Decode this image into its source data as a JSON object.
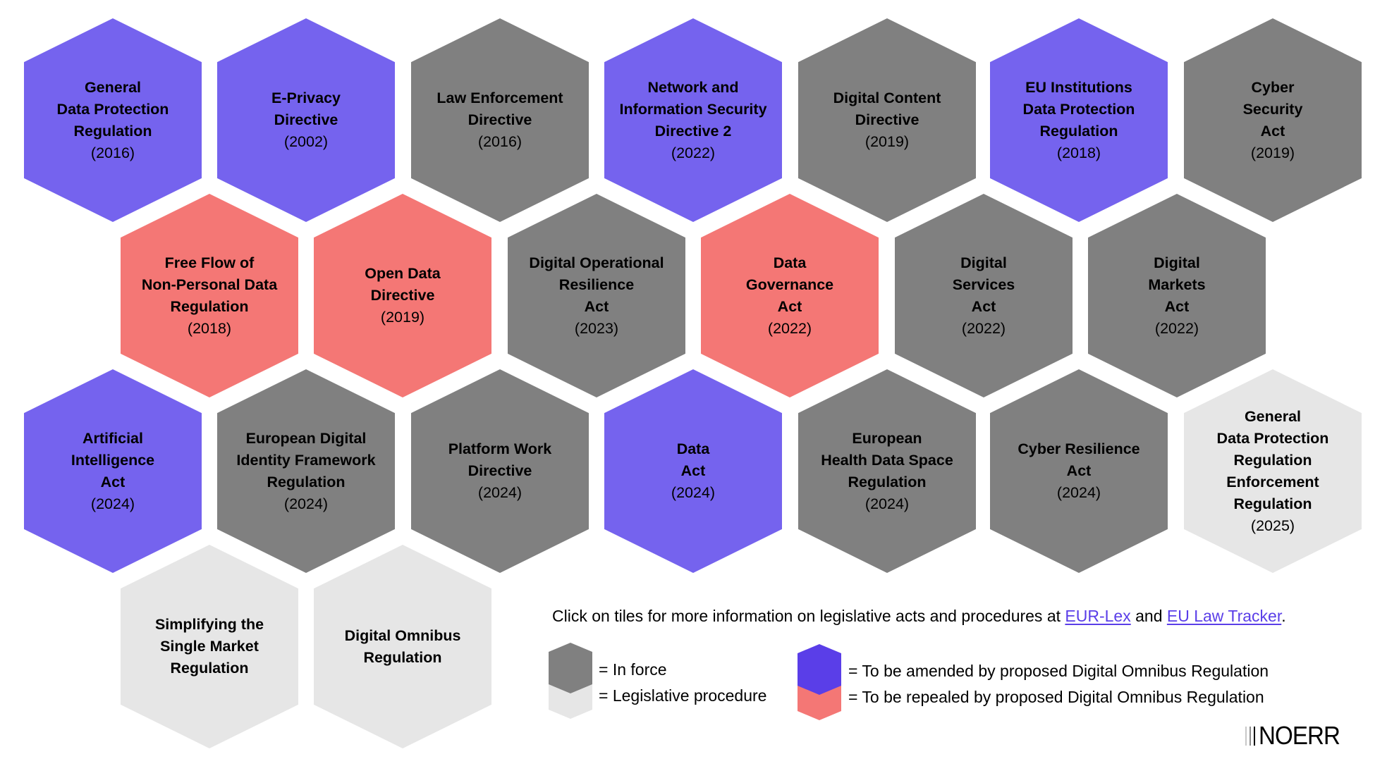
{
  "colors": {
    "amended": "#7563ee",
    "in_force": "#808080",
    "repealed": "#f47775",
    "procedure": "#e6e6e6",
    "legend_amended": "#5a3ee8",
    "link": "#5a3ee8"
  },
  "tiles": [
    {
      "title": "General\nData Protection\nRegulation",
      "year": "(2016)",
      "status": "amended"
    },
    {
      "title": "E-Privacy\nDirective",
      "year": "(2002)",
      "status": "amended"
    },
    {
      "title": "Law Enforcement\nDirective",
      "year": "(2016)",
      "status": "inforce"
    },
    {
      "title": "Network and\nInformation Security\nDirective 2",
      "year": "(2022)",
      "status": "amended"
    },
    {
      "title": "Digital Content\nDirective",
      "year": "(2019)",
      "status": "inforce"
    },
    {
      "title": "EU Institutions\nData Protection\nRegulation",
      "year": "(2018)",
      "status": "amended"
    },
    {
      "title": "Cyber\nSecurity\nAct",
      "year": "(2019)",
      "status": "inforce"
    },
    {
      "title": "Free Flow of\nNon-Personal Data\nRegulation",
      "year": "(2018)",
      "status": "repealed"
    },
    {
      "title": "Open Data\nDirective",
      "year": "(2019)",
      "status": "repealed"
    },
    {
      "title": "Digital Operational\nResilience\nAct",
      "year": "(2023)",
      "status": "inforce"
    },
    {
      "title": "Data\nGovernance\nAct",
      "year": "(2022)",
      "status": "repealed"
    },
    {
      "title": "Digital\nServices\nAct",
      "year": "(2022)",
      "status": "inforce"
    },
    {
      "title": "Digital\nMarkets\nAct",
      "year": "(2022)",
      "status": "inforce"
    },
    {
      "title": "Artificial\nIntelligence\nAct",
      "year": "(2024)",
      "status": "amended"
    },
    {
      "title": "European Digital\nIdentity Framework\nRegulation",
      "year": "(2024)",
      "status": "inforce"
    },
    {
      "title": "Platform Work\nDirective",
      "year": "(2024)",
      "status": "inforce"
    },
    {
      "title": "Data\nAct",
      "year": "(2024)",
      "status": "amended"
    },
    {
      "title": "European\nHealth Data Space\nRegulation",
      "year": "(2024)",
      "status": "inforce"
    },
    {
      "title": "Cyber Resilience\nAct",
      "year": "(2024)",
      "status": "inforce"
    },
    {
      "title": "General\nData Protection\nRegulation\nEnforcement\nRegulation",
      "year": "(2025)",
      "status": "procedure"
    },
    {
      "title": "Simplifying the\nSingle Market\nRegulation",
      "year": "",
      "status": "procedure"
    },
    {
      "title": "Digital Omnibus\nRegulation",
      "year": "",
      "status": "procedure"
    }
  ],
  "note": {
    "prefix": "Click on tiles for more information on legislative acts and procedures at ",
    "link1": "EUR-Lex",
    "middle": " and ",
    "link2": "EU Law Tracker",
    "suffix": "."
  },
  "legend": {
    "in_force": "= In force",
    "procedure": "= Legislative procedure",
    "amended": "= To be amended by proposed Digital Omnibus Regulation",
    "repealed": "= To be repealed by proposed Digital Omnibus Regulation"
  },
  "logo": {
    "text": "NOERR"
  }
}
